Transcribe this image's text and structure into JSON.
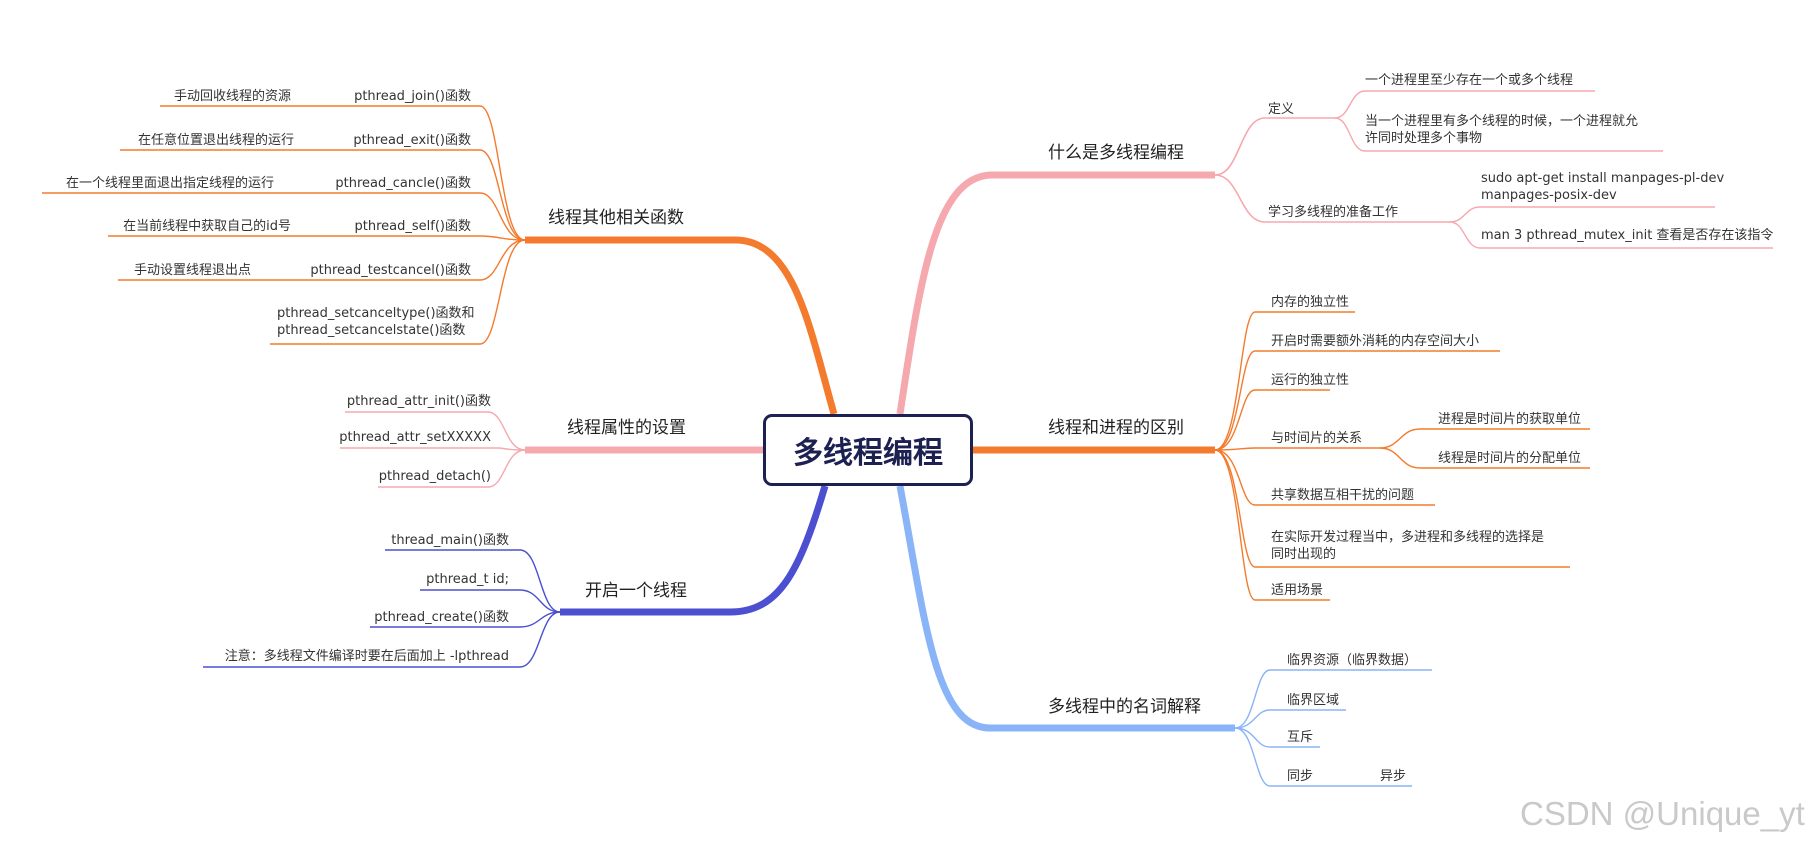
{
  "root": {
    "title": "多线程编程"
  },
  "watermark": "CSDN @Unique_yt",
  "colors": {
    "orange": "#f47b2d",
    "pink": "#f5a8ae",
    "indigo": "#4b4fd0",
    "sky": "#8ab4f8",
    "root_border": "#1c2152"
  },
  "branches": {
    "what": {
      "label": "什么是多线程编程",
      "color": "pink",
      "definition": {
        "label": "定义",
        "items": [
          "一个进程里至少存在一个或多个线程",
          "当一个进程里有多个线程的时候，一个进程就允\n许同时处理多个事物"
        ]
      },
      "preparation": {
        "label": "学习多线程的准备工作",
        "items": [
          "sudo apt-get install manpages-pl-dev\nmanpages-posix-dev",
          "man 3 pthread_mutex_init 查看是否存在该指令"
        ]
      }
    },
    "diff": {
      "label": "线程和进程的区别",
      "color": "orange",
      "items": [
        "内存的独立性",
        "开启时需要额外消耗的内存空间大小",
        "运行的独立性",
        "与时间片的关系",
        "共享数据互相干扰的问题",
        "在实际开发过程当中，多进程和多线程的选择是\n同时出现的",
        "适用场景"
      ],
      "timeslice_items": [
        "进程是时间片的获取单位",
        "线程是时间片的分配单位"
      ]
    },
    "terms": {
      "label": "多线程中的名词解释",
      "color": "sky",
      "items": [
        "临界资源（临界数据）",
        "临界区域",
        "互斥",
        "同步"
      ],
      "sync_child": "异步"
    },
    "funcs": {
      "label": "线程其他相关函数",
      "color": "orange",
      "functions": [
        "pthread_join()函数",
        "pthread_exit()函数",
        "pthread_cancle()函数",
        "pthread_self()函数",
        "pthread_testcancel()函数",
        "pthread_setcanceltype()函数和\npthread_setcancelstate()函数"
      ],
      "descriptions": [
        "手动回收线程的资源",
        "在任意位置退出线程的运行",
        "在一个线程里面退出指定线程的运行",
        "在当前线程中获取自己的id号",
        "手动设置线程退出点"
      ]
    },
    "attr": {
      "label": "线程属性的设置",
      "color": "pink",
      "items": [
        "pthread_attr_init()函数",
        "pthread_attr_setXXXXX",
        "pthread_detach()"
      ]
    },
    "start": {
      "label": "开启一个线程",
      "color": "indigo",
      "items": [
        "thread_main()函数",
        "pthread_t id;",
        "pthread_create()函数",
        "注意：多线程文件编译时要在后面加上 -lpthread"
      ]
    }
  }
}
